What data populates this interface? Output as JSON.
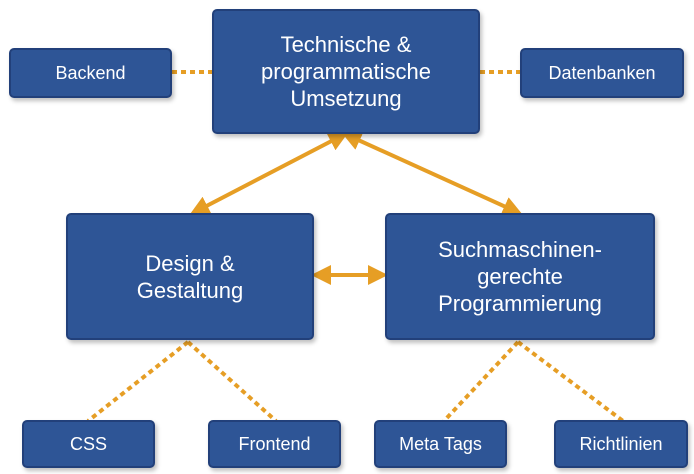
{
  "nodes": {
    "top": {
      "lines": [
        "Technische &",
        "programmatische",
        "Umsetzung"
      ]
    },
    "left": {
      "lines": [
        "Design &",
        "Gestaltung"
      ]
    },
    "right": {
      "lines": [
        "Suchmaschinen-",
        "gerechte",
        "Programmierung"
      ]
    },
    "backend": {
      "label": "Backend"
    },
    "datenbanken": {
      "label": "Datenbanken"
    },
    "css": {
      "label": "CSS"
    },
    "frontend": {
      "label": "Frontend"
    },
    "metatags": {
      "label": "Meta Tags"
    },
    "richtlinien": {
      "label": "Richtlinien"
    }
  },
  "colors": {
    "box_fill": "#2e5596",
    "box_border": "#22407a",
    "connector": "#e69e25",
    "text": "#ffffff"
  }
}
